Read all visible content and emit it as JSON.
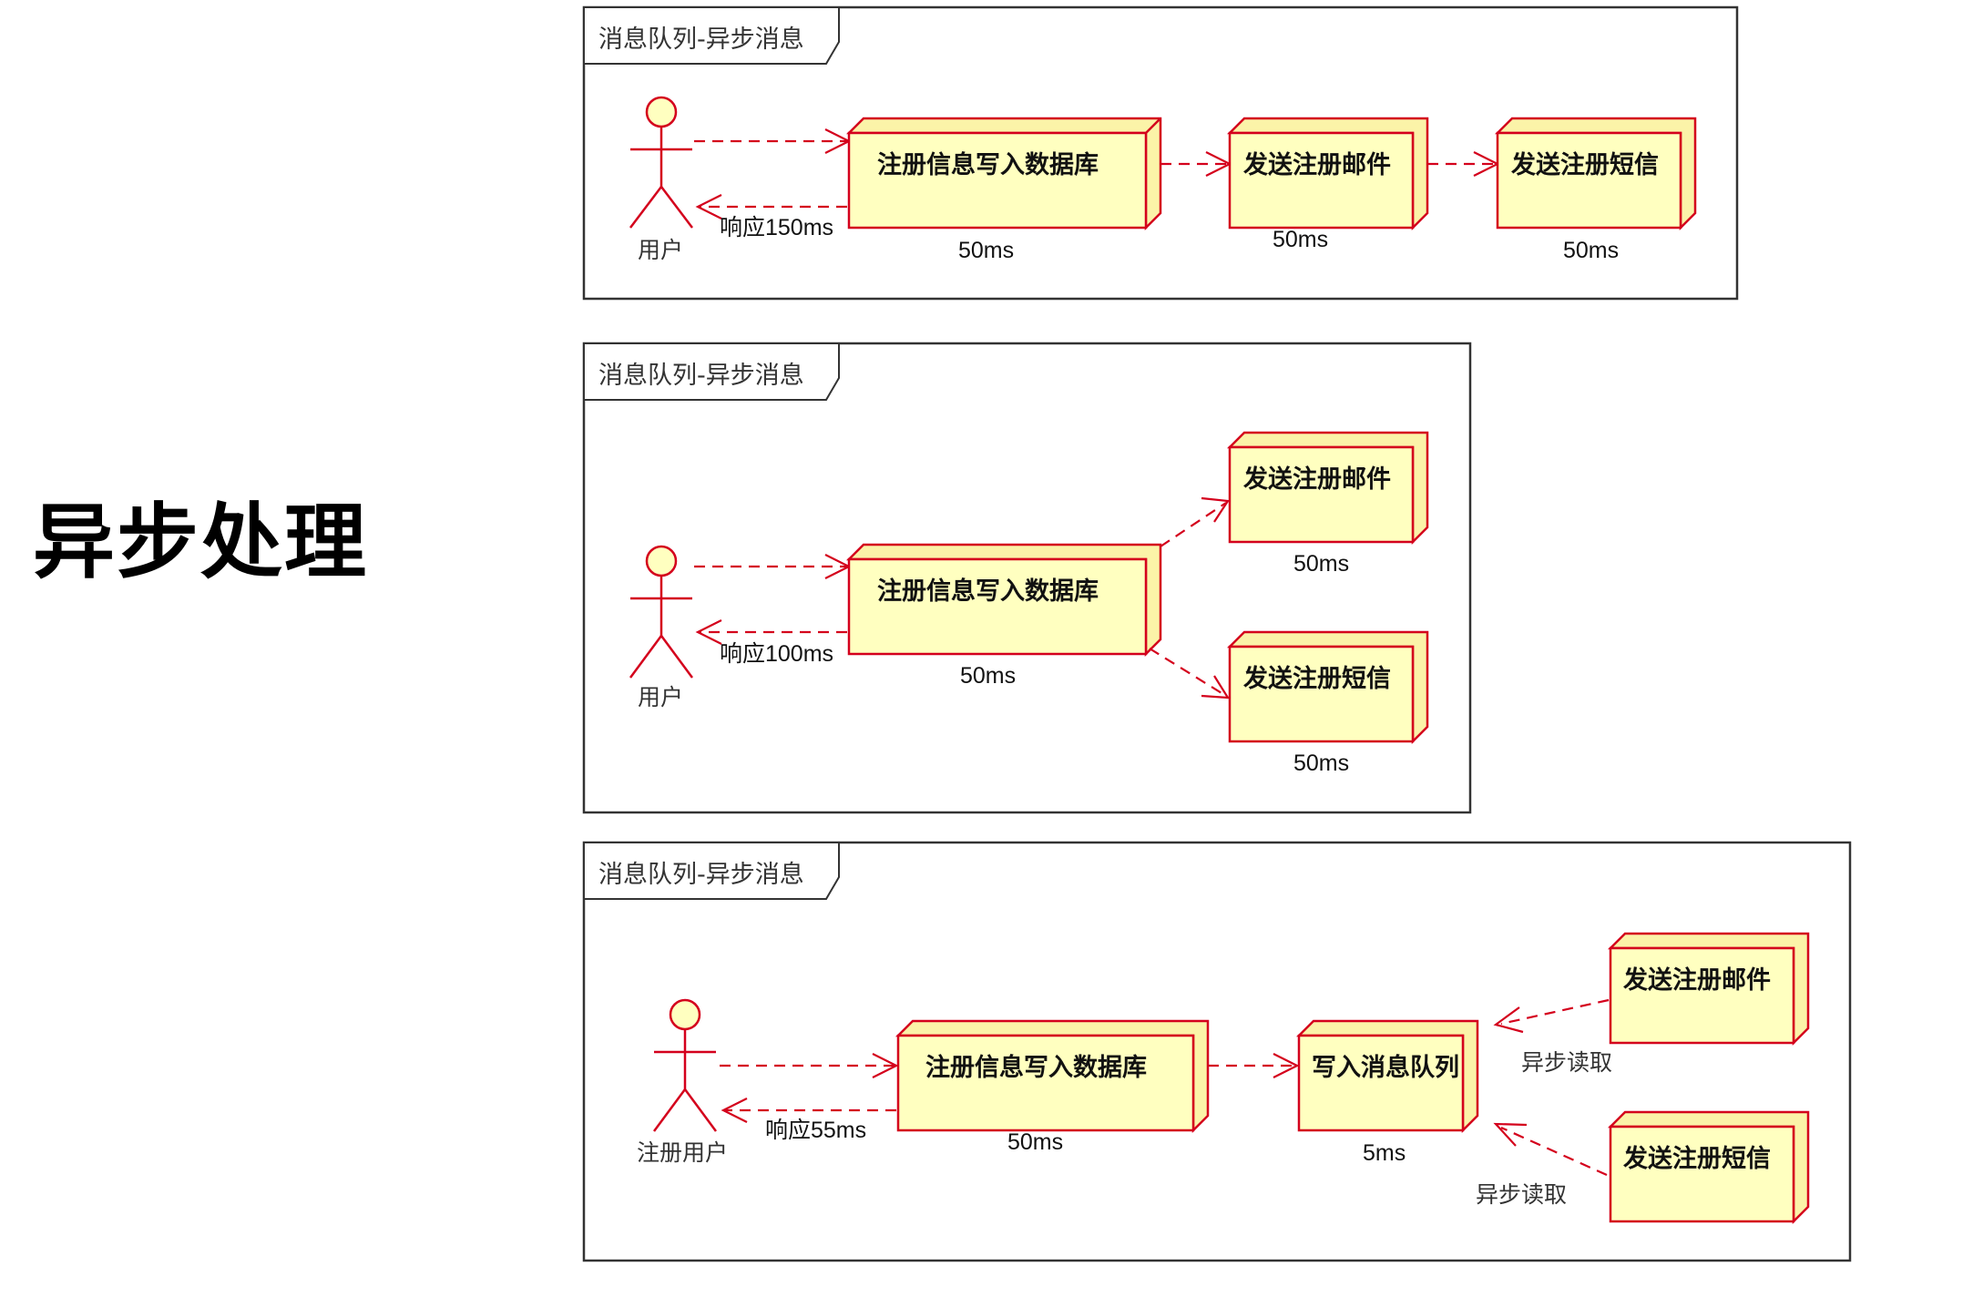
{
  "title": "异步处理",
  "diagrams": [
    {
      "frame_label": "消息队列-异步消息",
      "actor": "用户",
      "response": "响应150ms",
      "boxes": [
        {
          "label": "注册信息写入数据库",
          "time": "50ms"
        },
        {
          "label": "发送注册邮件",
          "time": "50ms"
        },
        {
          "label": "发送注册短信",
          "time": "50ms"
        }
      ]
    },
    {
      "frame_label": "消息队列-异步消息",
      "actor": "用户",
      "response": "响应100ms",
      "boxes": [
        {
          "label": "注册信息写入数据库",
          "time": "50ms"
        },
        {
          "label": "发送注册邮件",
          "time": "50ms"
        },
        {
          "label": "发送注册短信",
          "time": "50ms"
        }
      ]
    },
    {
      "frame_label": "消息队列-异步消息",
      "actor": "注册用户",
      "response": "响应55ms",
      "boxes": [
        {
          "label": "注册信息写入数据库",
          "time": "50ms"
        },
        {
          "label": "写入消息队列",
          "time": "5ms"
        },
        {
          "label": "发送注册邮件"
        },
        {
          "label": "发送注册短信"
        }
      ],
      "notes": [
        "异步读取",
        "异步读取"
      ]
    }
  ]
}
